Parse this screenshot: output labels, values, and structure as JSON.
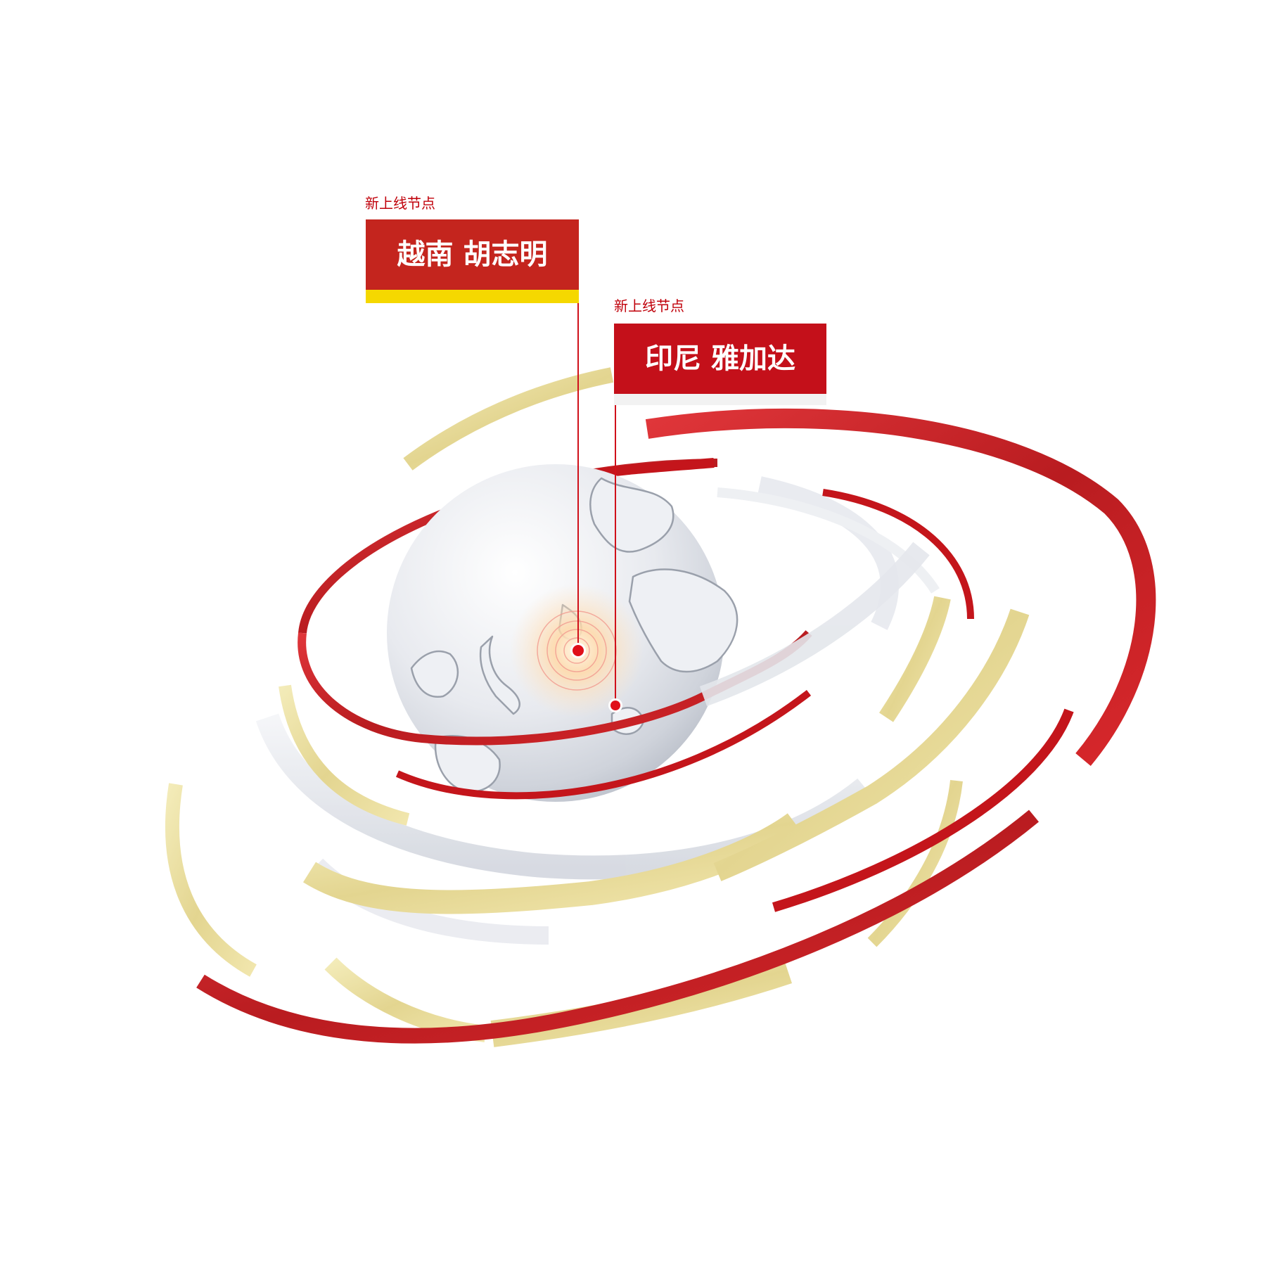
{
  "colors": {
    "brand_red": "#c0000a",
    "panel_red": "#c4251e",
    "accent_yellow": "#f5d800",
    "ribbon_gold": "#e9dd9c",
    "globe_silver": "#e4e6ec",
    "background": "#ffffff"
  },
  "nodes": [
    {
      "subtitle": "新上线节点",
      "city": "越南 胡志明",
      "marker_icon": "location-dot-icon"
    },
    {
      "subtitle": "新上线节点",
      "city": "印尼 雅加达",
      "marker_icon": "location-dot-icon"
    }
  ]
}
